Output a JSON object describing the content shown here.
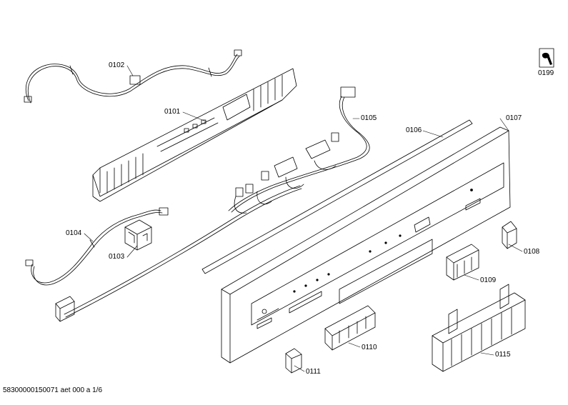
{
  "diagram": {
    "parts": [
      {
        "id": "0101"
      },
      {
        "id": "0102"
      },
      {
        "id": "0103"
      },
      {
        "id": "0104"
      },
      {
        "id": "0105"
      },
      {
        "id": "0106"
      },
      {
        "id": "0107"
      },
      {
        "id": "0108"
      },
      {
        "id": "0109"
      },
      {
        "id": "0110"
      },
      {
        "id": "0111"
      },
      {
        "id": "0115"
      },
      {
        "id": "0199"
      }
    ],
    "footer": "58300000150071 aet 000 a 1/6",
    "icons": {
      "service": "wrench-icon"
    }
  }
}
